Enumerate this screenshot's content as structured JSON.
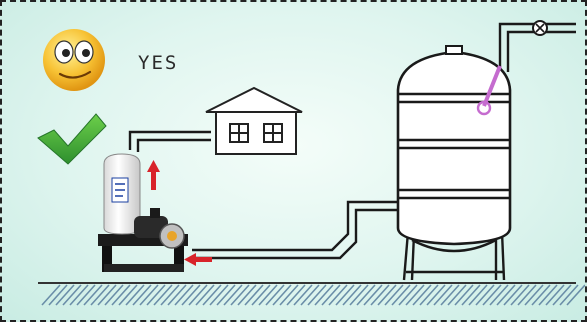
{
  "status": {
    "label": "YES",
    "face_icon": "smiley-face",
    "check_icon": "green-checkmark",
    "approval_color": "#3aa63a"
  },
  "diagram": {
    "components": [
      "pressure-tank",
      "pump",
      "house",
      "water-storage-tank",
      "pressure-gauge",
      "valve"
    ],
    "pipe_color": "#1a1a1a",
    "arrow_color": "#d8242a"
  }
}
